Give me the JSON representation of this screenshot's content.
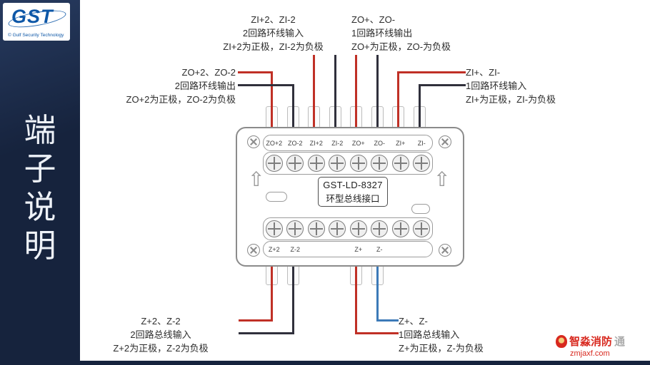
{
  "sidebar": {
    "logo": {
      "text": "GST",
      "subtext": "© Gulf Security Technology"
    },
    "title": "端子说明",
    "title_chars": [
      "端",
      "子",
      "说",
      "明"
    ]
  },
  "module": {
    "model": "GST-LD-8327",
    "name": "环型总线接口",
    "top_terminals": [
      "ZO+2",
      "ZO-2",
      "ZI+2",
      "ZI-2",
      "ZO+",
      "ZO-",
      "ZI+",
      "ZI-"
    ],
    "bottom_terminals": [
      "Z+2",
      "Z-2",
      "",
      "",
      "Z+",
      "Z-",
      "",
      ""
    ]
  },
  "annotations": {
    "zi2_in": {
      "l1": "ZI+2、ZI-2",
      "l2": "2回路环线输入",
      "l3": "ZI+2为正极，ZI-2为负极"
    },
    "zo_out": {
      "l1": "ZO+、ZO-",
      "l2": "1回路环线输出",
      "l3": "ZO+为正极，ZO-为负极"
    },
    "zo2_out": {
      "l1": "ZO+2、ZO-2",
      "l2": "2回路环线输出",
      "l3": "ZO+2为正极，ZO-2为负极"
    },
    "zi_in": {
      "l1": "ZI+、ZI-",
      "l2": "1回路环线输入",
      "l3": "ZI+为正极，ZI-为负极"
    },
    "z2_in": {
      "l1": "Z+2、Z-2",
      "l2": "2回路总线输入",
      "l3": "Z+2为正极，Z-2为负极"
    },
    "z_in": {
      "l1": "Z+、Z-",
      "l2": "1回路总线输入",
      "l3": "Z+为正极，Z-为负极"
    }
  },
  "icons": {
    "up_arrow": "⇧"
  },
  "colors": {
    "positive_wire": "#c03026",
    "negative_wire": "#30303c",
    "negative_wire_blue": "#3c7ab8",
    "sidebar_navy": "#16233d",
    "logo_blue": "#0d57a7",
    "watermark_red": "#d8281e"
  },
  "watermark": {
    "brand": "智淼消防",
    "suffix": "通",
    "site": "zmjaxf.com"
  }
}
